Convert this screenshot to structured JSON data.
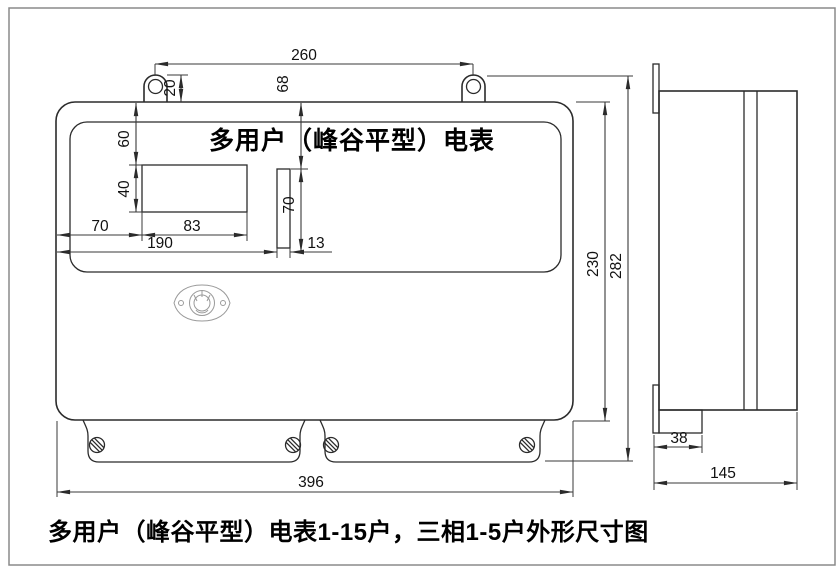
{
  "drawing": {
    "title": "多用户（峰谷平型）电表",
    "caption": "多用户（峰谷平型）电表1-15户，三相1-5户外形尺寸图",
    "dimensions": {
      "front": {
        "d260": "260",
        "d20": "20",
        "d68": "68",
        "d60": "60",
        "d40": "40",
        "d70_left": "70",
        "d83": "83",
        "d190": "190",
        "d13": "13",
        "d70_window": "70",
        "d230": "230",
        "d282": "282",
        "d396": "396"
      },
      "side": {
        "d38": "38",
        "d145": "145"
      }
    },
    "colors": {
      "object_line": "#2b2b2b",
      "dimension_line": "#3a3a3a",
      "seal_emblem": "#9a9a9a",
      "border_frame": "#8a8a8a",
      "background": "#ffffff"
    }
  }
}
